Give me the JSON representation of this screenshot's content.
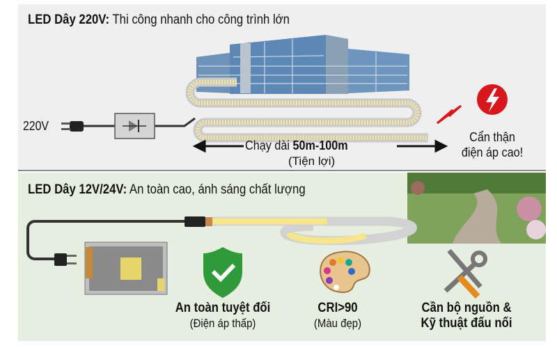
{
  "top_section": {
    "title_bold": "LED Dây 220V:",
    "title_rest": " Thi công nhanh cho công trình lớn",
    "voltage_label": "220V",
    "run_length_prefix": "Chạy dài ",
    "run_length_value": "50m-100m",
    "run_length_note": "(Tiện lợi)",
    "warning_line1": "Cẩn thận",
    "warning_line2": "điện áp cao!"
  },
  "bottom_section": {
    "title_bold": "LED Dây 12V/24V:",
    "title_rest": " An toàn cao, ánh sáng chất lượng",
    "features": [
      {
        "icon": "shield-check-icon",
        "title": "An toàn tuyệt đối",
        "subtitle": "(Điện áp thấp)"
      },
      {
        "icon": "palette-icon",
        "title": "CRI>90",
        "subtitle": "(Màu đẹp)"
      },
      {
        "icon": "tools-icon",
        "title": "Cần bộ nguồn &",
        "subtitle": "Kỹ thuật đấu nối"
      }
    ]
  },
  "colors": {
    "top_bg": "#efefef",
    "bottom_bg": "#e6eedf",
    "led": "#f6e58a",
    "danger": "#d8161b",
    "shield": "#2f9a3a"
  }
}
